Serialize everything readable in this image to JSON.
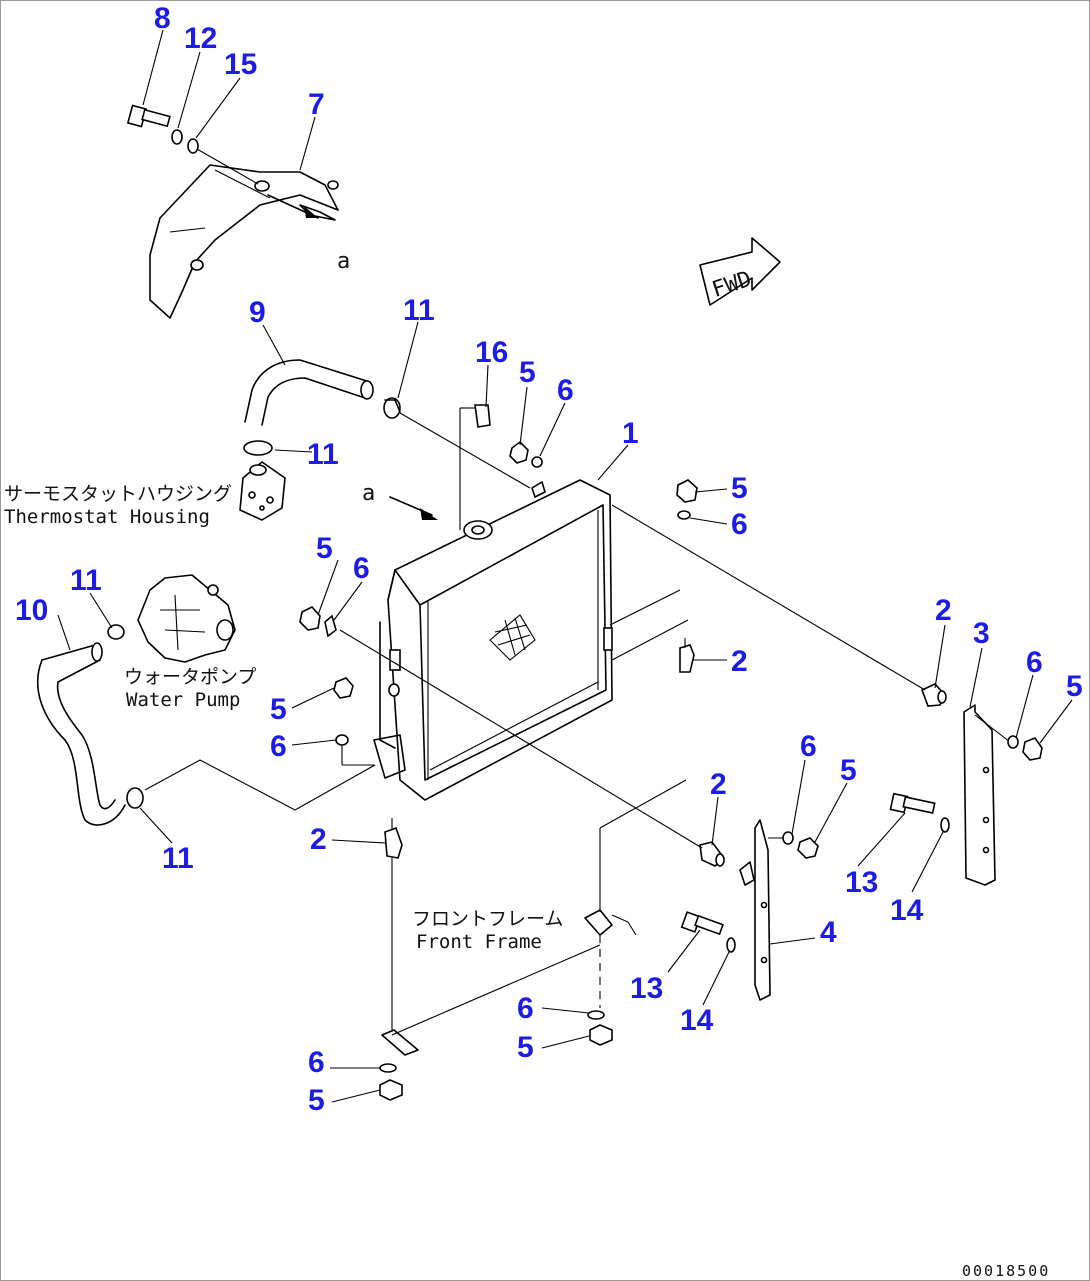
{
  "callouts": {
    "c1": "1",
    "c2a": "2",
    "c2b": "2",
    "c2c": "2",
    "c2d": "2",
    "c3": "3",
    "c4": "4",
    "c5a": "5",
    "c5b": "5",
    "c5c": "5",
    "c5d": "5",
    "c5e": "5",
    "c5f": "5",
    "c5g": "5",
    "c5h": "5",
    "c6a": "6",
    "c6b": "6",
    "c6c": "6",
    "c6d": "6",
    "c6e": "6",
    "c6f": "6",
    "c6g": "6",
    "c6h": "6",
    "c7": "7",
    "c8": "8",
    "c9": "9",
    "c10": "10",
    "c11a": "11",
    "c11b": "11",
    "c11c": "11",
    "c11d": "11",
    "c12": "12",
    "c13a": "13",
    "c13b": "13",
    "c14a": "14",
    "c14b": "14",
    "c15": "15",
    "c16": "16"
  },
  "annotations": {
    "thermostat_jp": "サーモスタットハウジング",
    "thermostat_en": "Thermostat Housing",
    "water_pump_jp": "ウォータポンプ",
    "water_pump_en": "Water Pump",
    "front_frame_jp": "フロントフレーム",
    "front_frame_en": "Front Frame",
    "view_a_upper": "a",
    "view_a_lower": "a",
    "fwd_arrow": "FWD",
    "drawing_number": "00018500"
  }
}
